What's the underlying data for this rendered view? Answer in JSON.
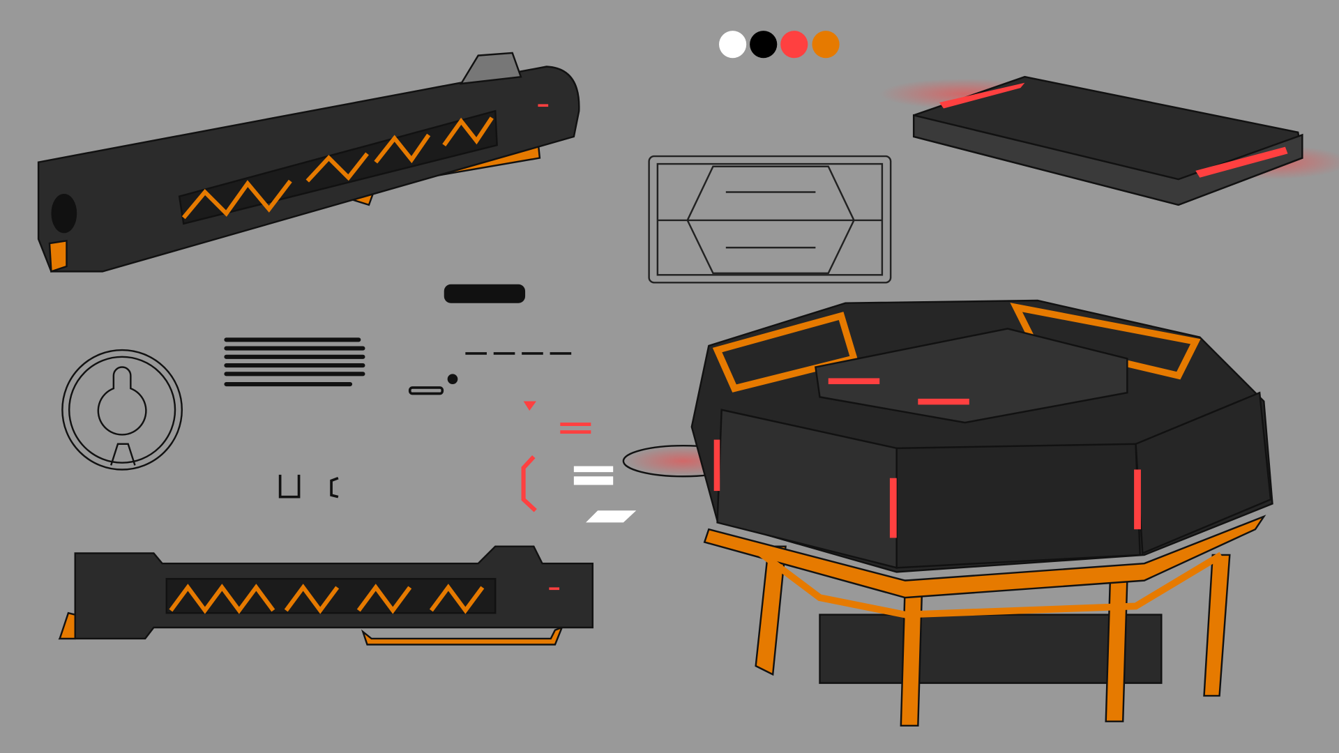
{
  "canvas": {
    "background": "#999999"
  },
  "palette": {
    "swatches": [
      {
        "name": "white",
        "color": "#ffffff"
      },
      {
        "name": "black",
        "color": "#000000"
      },
      {
        "name": "red",
        "color": "#ff4040"
      },
      {
        "name": "orange",
        "color": "#e67a00"
      }
    ]
  },
  "colors": {
    "body": "#2b2b2b",
    "outline": "#111111",
    "accent_orange": "#e67a00",
    "accent_red": "#ff4040"
  }
}
